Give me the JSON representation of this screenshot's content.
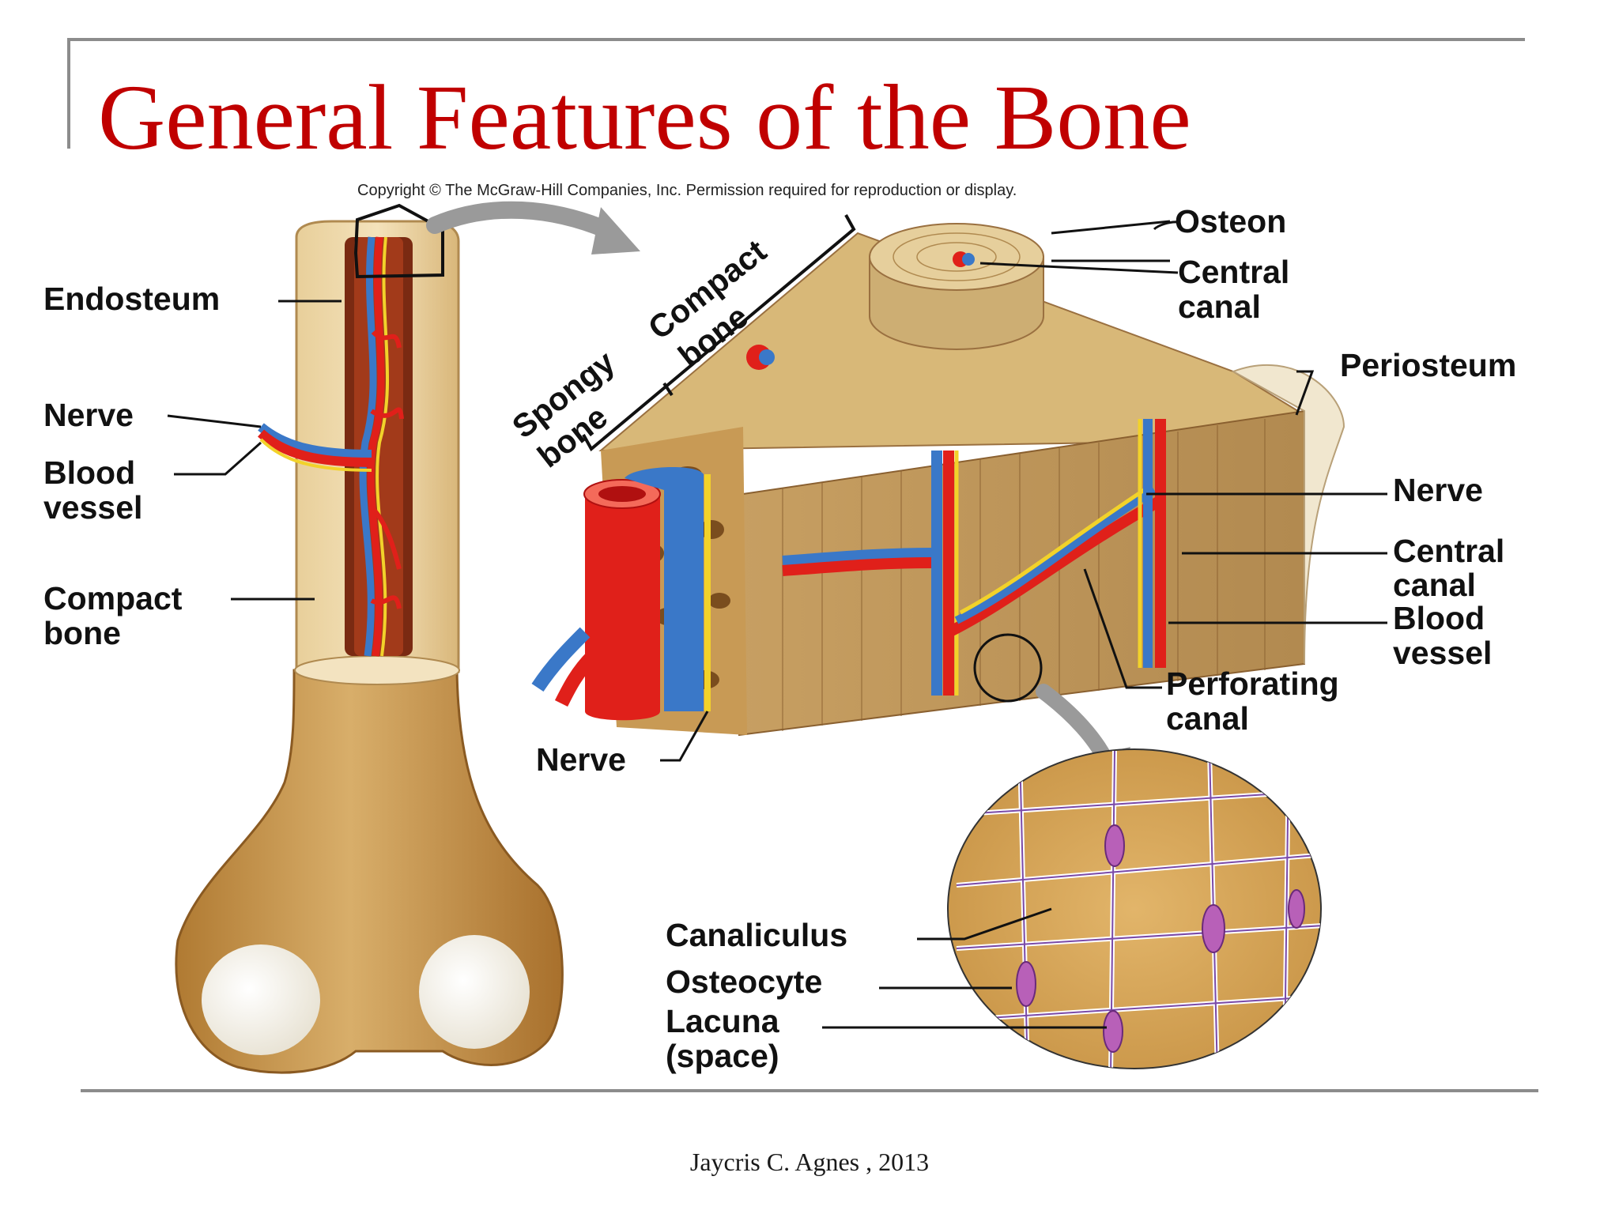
{
  "slide": {
    "title": "General  Features of the Bone",
    "footer": "Jaycris C. Agnes , 2013"
  },
  "figure": {
    "copyright": "Copyright © The McGraw-Hill Companies, Inc. Permission required for reproduction or display.",
    "long_bone_labels": {
      "endosteum": "Endosteum",
      "nerve": "Nerve",
      "blood_vessel_1": "Blood",
      "blood_vessel_2": "vessel",
      "compact_bone_1": "Compact",
      "compact_bone_2": "bone"
    },
    "wedge_labels": {
      "spongy_bone_1": "Spongy",
      "spongy_bone_2": "bone",
      "compact_bone_1": "Compact",
      "compact_bone_2": "bone",
      "osteon": "Osteon",
      "central_canal_top_1": "Central",
      "central_canal_top_2": "canal",
      "periosteum": "Periosteum",
      "nerve_right": "Nerve",
      "central_canal_right_1": "Central",
      "central_canal_right_2": "canal",
      "blood_vessel_right_1": "Blood",
      "blood_vessel_right_2": "vessel",
      "perforating_canal_1": "Perforating",
      "perforating_canal_2": "canal",
      "nerve_bottom": "Nerve"
    },
    "microscopic_labels": {
      "canaliculus": "Canaliculus",
      "osteocyte": "Osteocyte",
      "lacuna_1": "Lacuna",
      "lacuna_2": "(space)"
    },
    "colors": {
      "title": "#c00000",
      "bone": "#d9b77a",
      "bone_dark": "#b8894a",
      "artery": "#e0201a",
      "vein": "#3a78c8",
      "nerve": "#f2d22a",
      "osteocyte": "#b860b8"
    }
  }
}
